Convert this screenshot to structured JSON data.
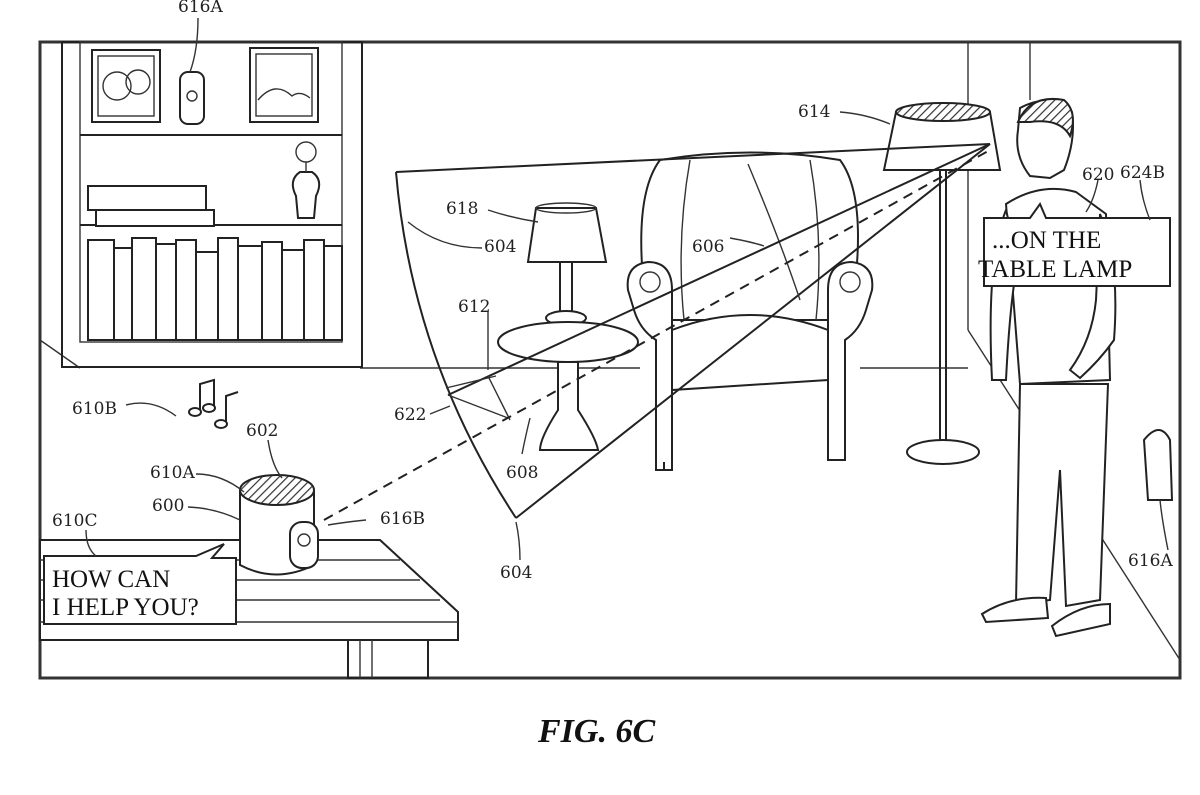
{
  "figure": {
    "caption": "FIG. 6C"
  },
  "callouts": {
    "c600": "600",
    "c602": "602",
    "c604_top": "604",
    "c604_bottom": "604",
    "c606": "606",
    "c608": "608",
    "c610A": "610A",
    "c610B": "610B",
    "c610C": "610C",
    "c612": "612",
    "c614": "614",
    "c616A_top": "616A",
    "c616A_right": "616A",
    "c616B": "616B",
    "c618": "618",
    "c620": "620",
    "c622": "622",
    "c624B": "624B"
  },
  "speech": {
    "device_line1": "HOW CAN",
    "device_line2": "I HELP YOU?",
    "user_line1": "...ON THE",
    "user_line2": "TABLE LAMP"
  }
}
